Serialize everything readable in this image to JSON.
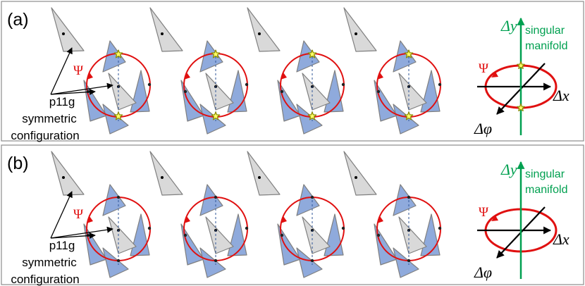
{
  "panels": [
    {
      "label": "(a)",
      "annotation": [
        "p11g",
        "symmetric",
        "configuration"
      ],
      "marker": "star",
      "psi_label": "Ψ",
      "axes": {
        "y": "Δy",
        "x": "Δx",
        "phi": "Δφ",
        "manifold": [
          "singular",
          "manifold"
        ]
      }
    },
    {
      "label": "(b)",
      "annotation": [
        "p11g",
        "symmetric",
        "configuration"
      ],
      "marker": "dot",
      "psi_label": "Ψ",
      "axes": {
        "y": "Δy",
        "x": "Δx",
        "phi": "Δφ",
        "manifold": [
          "singular",
          "manifold"
        ]
      }
    }
  ],
  "colors": {
    "triangle_gray": "#d9d9d9",
    "triangle_blue": "#8faadc",
    "outline": "#7f7f7f",
    "loop": "#e01010",
    "manifold": "#00a050",
    "star": "#ffff66",
    "frame": "#8c8c8c"
  }
}
